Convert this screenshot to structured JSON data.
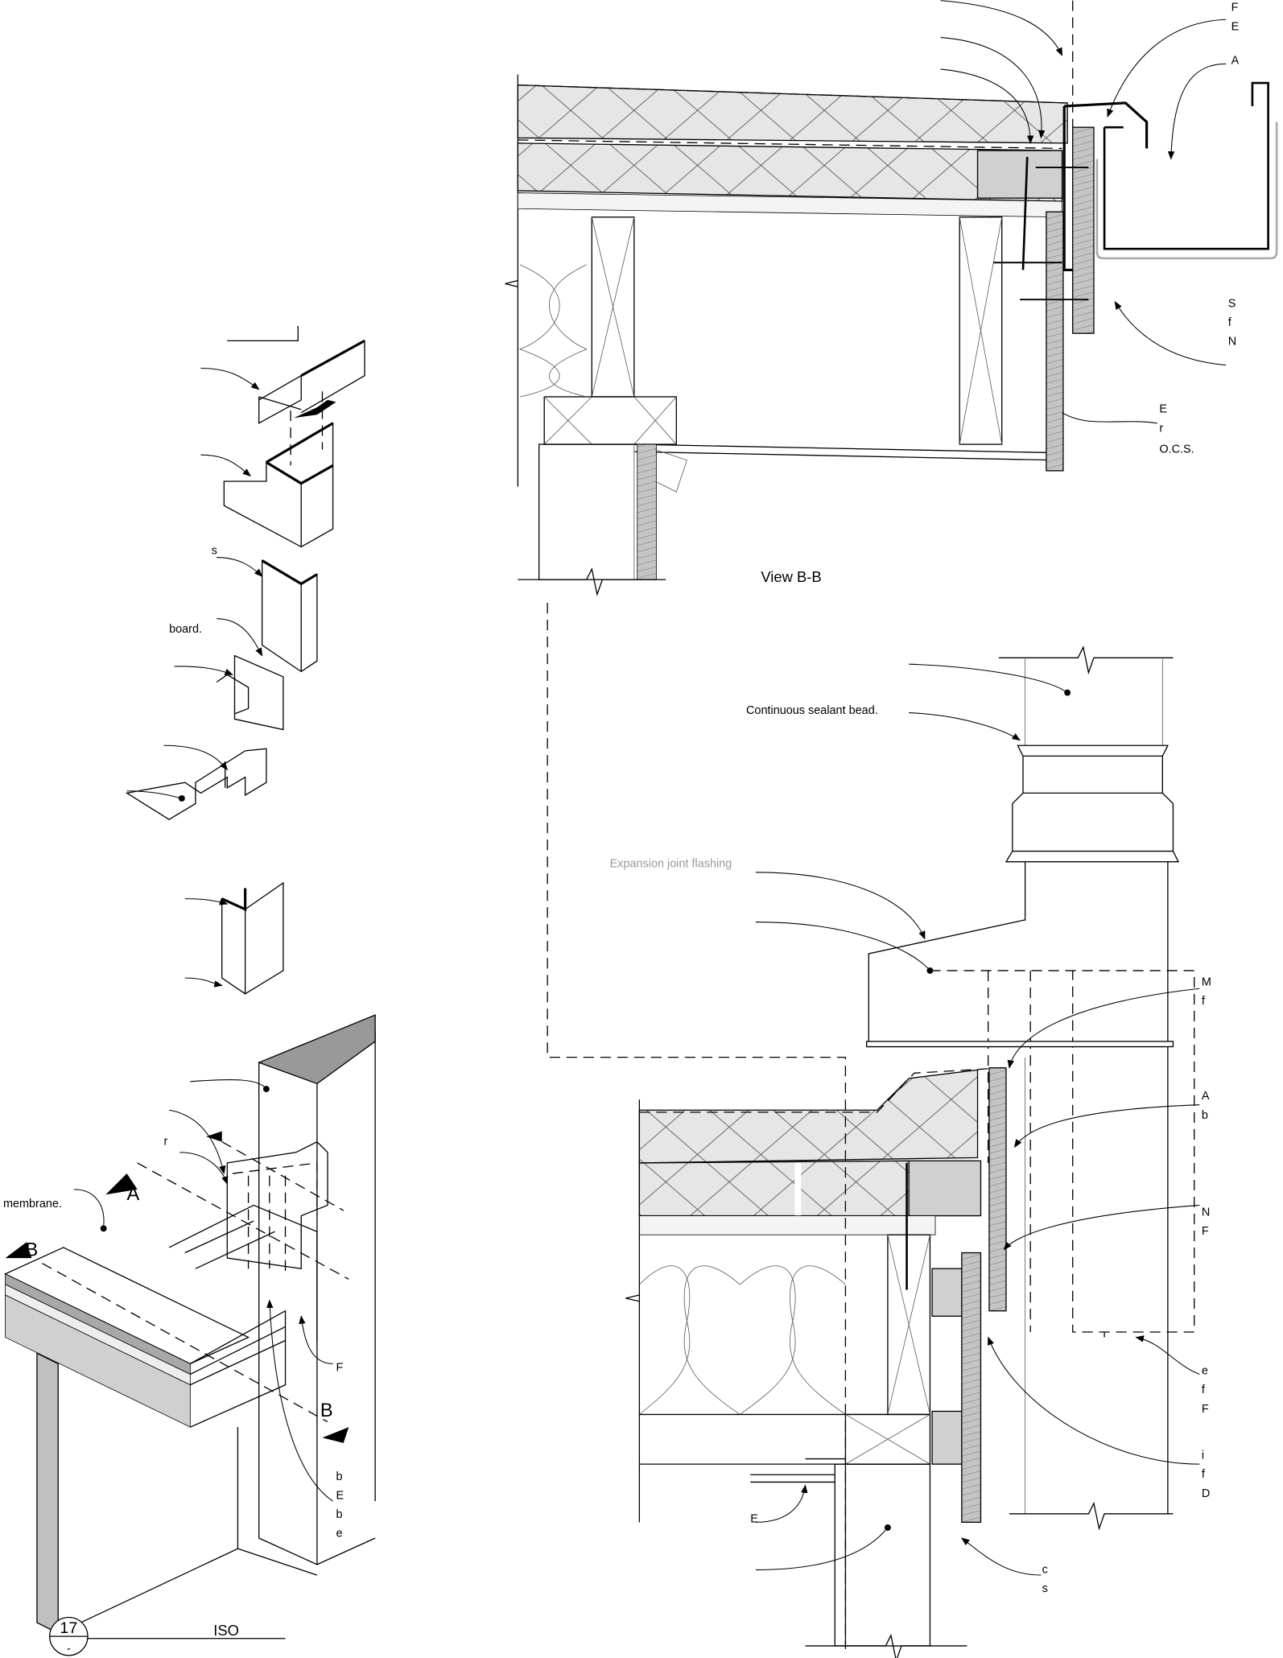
{
  "drawing": {
    "detail_number": "17",
    "detail_sheet": "-",
    "iso_title": "ISO",
    "section_markers": [
      "A",
      "B",
      "B"
    ],
    "view_title": "View B-B",
    "labels": {
      "membrane": "membrane.",
      "sealant": "Continuous sealant bead.",
      "expansion_flashing": "Expansion joint flashing",
      "board": "board.",
      "ocs": "O.C.S."
    },
    "fragments": [
      "F",
      "E",
      "A",
      "S",
      "f",
      "N",
      "E",
      "r",
      "M",
      "f",
      "A",
      "b",
      "N",
      "F",
      "e",
      "f",
      "F",
      "i",
      "f",
      "D",
      "c",
      "s",
      "E",
      "F",
      "b",
      "E",
      "b",
      "e",
      "r",
      "s"
    ]
  },
  "colors": {
    "insulation": "#e4e4e4",
    "slab_dark": "#a8a8a8",
    "slab_light": "#d4d4d4",
    "wood": "#bfbfbf"
  }
}
